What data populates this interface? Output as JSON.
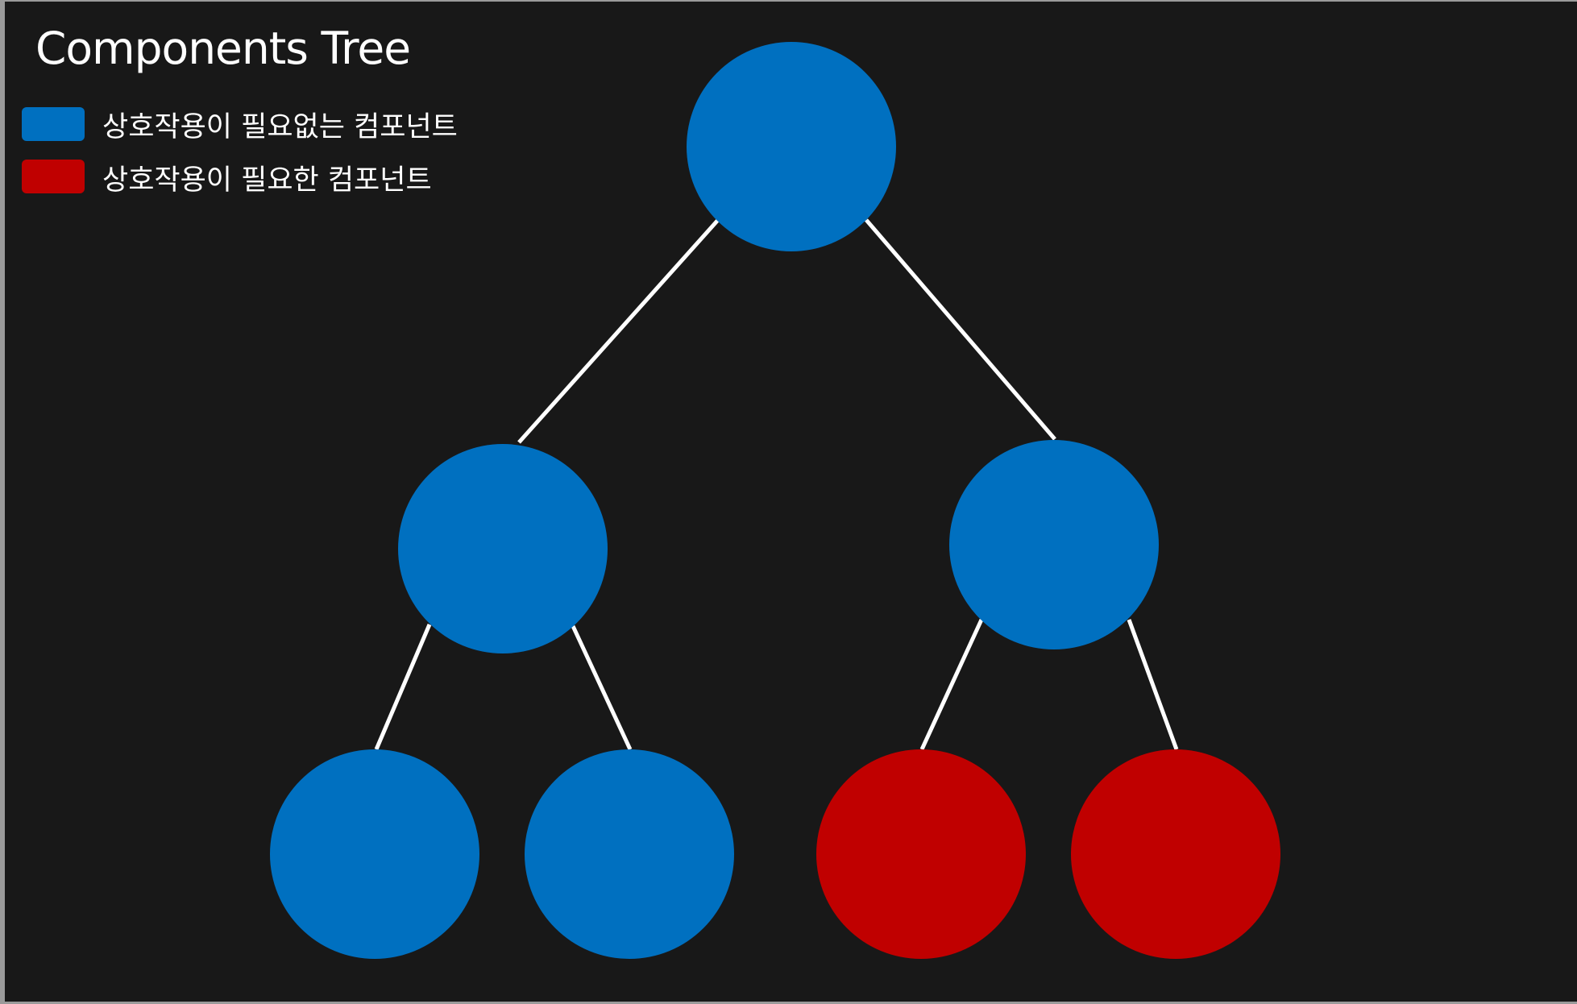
{
  "title": "Components Tree",
  "legend": [
    {
      "label": "상호작용이 필요없는 컴포넌트",
      "color": "#0070c0"
    },
    {
      "label": "상호작용이 필요한 컴포넌트",
      "color": "#c00000"
    }
  ],
  "colors": {
    "background": "#181818",
    "edge": "#ffffff"
  },
  "tree": {
    "nodes": [
      {
        "id": "root",
        "type": "non-interactive"
      },
      {
        "id": "left",
        "type": "non-interactive",
        "parent": "root"
      },
      {
        "id": "right",
        "type": "non-interactive",
        "parent": "root"
      },
      {
        "id": "left-left",
        "type": "non-interactive",
        "parent": "left"
      },
      {
        "id": "left-right",
        "type": "non-interactive",
        "parent": "left"
      },
      {
        "id": "right-left",
        "type": "interactive",
        "parent": "right"
      },
      {
        "id": "right-right",
        "type": "interactive",
        "parent": "right"
      }
    ]
  }
}
